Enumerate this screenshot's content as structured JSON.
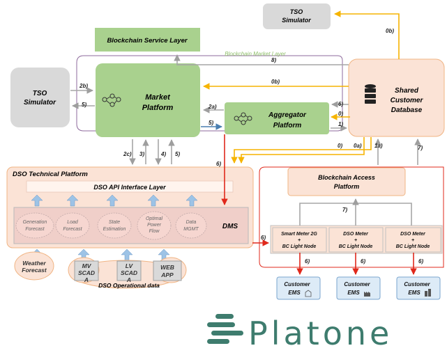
{
  "tso_top": [
    "TSO",
    "Simulator"
  ],
  "tso_left": [
    "TSO",
    "Simulator"
  ],
  "blockchain_service": "Blockchain Service Layer",
  "blockchain_market": "Blockchain Market Layer",
  "market_platform": [
    "Market",
    "Platform"
  ],
  "aggregator_platform": [
    "Aggregator",
    "Platform"
  ],
  "shared_db": [
    "Shared",
    "Customer",
    "Database"
  ],
  "dso_title": "DSO Technical Platform",
  "dso_api": "DSO API Interface Layer",
  "dms_label": "DMS",
  "dms_modules": [
    [
      "Generation",
      "Forecast"
    ],
    [
      "Load",
      "Forecast"
    ],
    [
      "State",
      "Estimation"
    ],
    [
      "Optimal",
      "Power",
      "Flow"
    ],
    [
      "Data",
      "MGMT"
    ]
  ],
  "ops": {
    "weather": [
      "Weather",
      "Forecast"
    ],
    "mv": [
      "MV",
      "SCAD",
      "A"
    ],
    "lv": [
      "LV",
      "SCAD",
      "A"
    ],
    "web": [
      "WEB",
      "APP"
    ],
    "caption": "DSO Operational data"
  },
  "bc_access": [
    "Blockchain Access",
    "Platform"
  ],
  "meters": [
    [
      "Smart Meter 2G",
      "+",
      "BC Light Node"
    ],
    [
      "DSO Meter",
      "+",
      "BC Light Node"
    ],
    [
      "DSO Meter",
      "+",
      "BC Light Node"
    ]
  ],
  "ems": [
    [
      "Customer",
      "EMS"
    ],
    [
      "Customer",
      "EMS"
    ],
    [
      "Customer",
      "EMS"
    ]
  ],
  "arrows": {
    "a0b_top": "0b)",
    "a8": "8)",
    "a0b_mid": "0b)",
    "a2b": "2b)",
    "a5_left": "5)",
    "a2a": "2a)",
    "a5_mid": "5)",
    "a6_top": "6)",
    "a0_top": "0)",
    "a1": "1)",
    "a0_low": "0)",
    "a0a": "0a)",
    "a1a": "1a)",
    "a7_right": "7)",
    "a2c": "2c)",
    "a3": "3)",
    "a4": "4)",
    "a5_low": "5)",
    "a6_dms": "6)",
    "a6_left": "6)",
    "a7_mid": "7)",
    "a6_m1": "6)",
    "a6_m2": "6)",
    "a6_m3": "6)"
  },
  "brand": "Platone",
  "colors": {
    "green": "#a9d18e",
    "peach": "#fbe3d6",
    "grey": "#d9d9d9",
    "red": "#e0281b",
    "gold": "#f6b400",
    "blue": "#4a7fb0",
    "teal": "#3e7c6e"
  }
}
